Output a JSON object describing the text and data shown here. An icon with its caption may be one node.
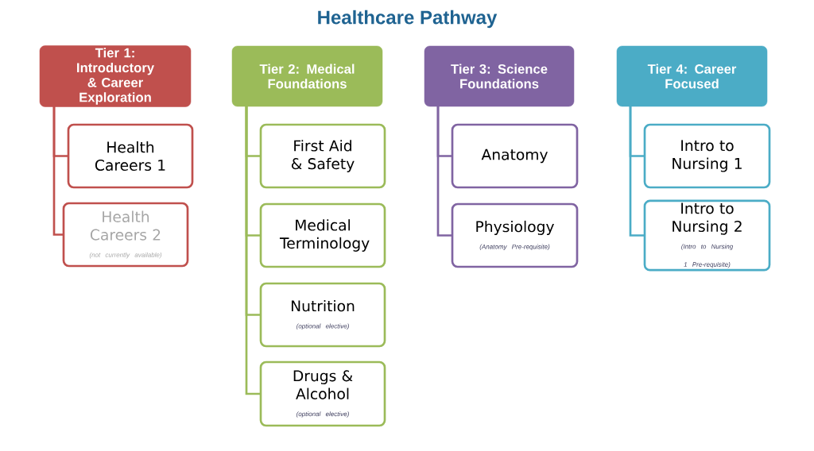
{
  "diagram": {
    "title": "Healthcare Pathway",
    "nodes": [
      {
        "text": [
          "Tier 1: Introductory & Career Exploration"
        ]
      },
      {
        "text": [
          "Health Careers 1"
        ]
      },
      {
        "text": [
          "Health Careers 2",
          "(not currently available)"
        ]
      },
      {
        "text": [
          "Tier 2: Medical Foundations"
        ]
      },
      {
        "text": [
          "First Aid & Safety"
        ]
      },
      {
        "text": [
          "Medical Terminology"
        ]
      },
      {
        "text": [
          "Nutrition",
          "(optional elective)"
        ]
      },
      {
        "text": [
          "Drugs & Alcohol",
          "(optional elective)"
        ]
      },
      {
        "text": [
          "Tier 3: Science Foundations"
        ]
      },
      {
        "text": [
          "Anatomy"
        ]
      },
      {
        "text": [
          "Physiology",
          "(Anatomy  Pre-requisite)"
        ]
      },
      {
        "text": [
          "Tier 4: Career Focused"
        ]
      },
      {
        "text": [
          "Intro to Nursing 1"
        ]
      },
      {
        "text": [
          "Intro to Nursing 2",
          "(Intro to Nursing 1 Pre-requisite)"
        ]
      }
    ],
    "edges": [
      {
        "from": 0,
        "to": 1,
        "arrow": "none",
        "color": "#c0504d"
      },
      {
        "from": 0,
        "to": 2,
        "arrow": "none",
        "color": "#c0504d"
      },
      {
        "from": 3,
        "to": 4,
        "arrow": "none",
        "color": "#9bbb59"
      },
      {
        "from": 3,
        "to": 5,
        "arrow": "none",
        "color": "#9bbb59"
      },
      {
        "from": 3,
        "to": 6,
        "arrow": "none",
        "color": "#9bbb59"
      },
      {
        "from": 3,
        "to": 7,
        "arrow": "none",
        "color": "#9bbb59"
      },
      {
        "from": 8,
        "to": 9,
        "arrow": "none",
        "color": "#8064a2"
      },
      {
        "from": 8,
        "to": 10,
        "arrow": "none",
        "color": "#8064a2"
      },
      {
        "from": 11,
        "to": 12,
        "arrow": "none",
        "color": "#4bacc6"
      },
      {
        "from": 11,
        "to": 13,
        "arrow": "none",
        "color": "#4bacc6"
      }
    ]
  }
}
